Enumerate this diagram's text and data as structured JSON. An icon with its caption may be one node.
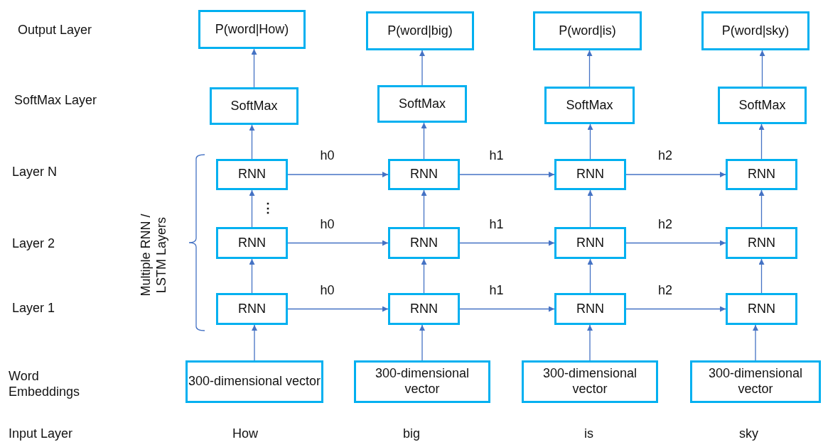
{
  "diagram": {
    "nodes": [
      {
        "text": [
          "P(word|How)"
        ]
      },
      {
        "text": [
          "P(word|big)"
        ]
      },
      {
        "text": [
          "P(word|is)"
        ]
      },
      {
        "text": [
          "P(word|sky)"
        ]
      },
      {
        "text": [
          "SoftMax"
        ]
      },
      {
        "text": [
          "SoftMax"
        ]
      },
      {
        "text": [
          "SoftMax"
        ]
      },
      {
        "text": [
          "SoftMax"
        ]
      },
      {
        "text": [
          "RNN"
        ]
      },
      {
        "text": [
          "RNN"
        ]
      },
      {
        "text": [
          "RNN"
        ]
      },
      {
        "text": [
          "RNN"
        ]
      },
      {
        "text": [
          "RNN"
        ]
      },
      {
        "text": [
          "RNN"
        ]
      },
      {
        "text": [
          "RNN"
        ]
      },
      {
        "text": [
          "RNN"
        ]
      },
      {
        "text": [
          "RNN"
        ]
      },
      {
        "text": [
          "RNN"
        ]
      },
      {
        "text": [
          "RNN"
        ]
      },
      {
        "text": [
          "RNN"
        ]
      },
      {
        "text": [
          "300-dimensional vector"
        ]
      },
      {
        "text": [
          "300-dimensional vector"
        ]
      },
      {
        "text": [
          "300-dimensional vector"
        ]
      },
      {
        "text": [
          "300-dimensional vector"
        ]
      }
    ],
    "edges": [
      {
        "from": 20,
        "to": 16,
        "arrow": "to"
      },
      {
        "from": 21,
        "to": 17,
        "arrow": "to"
      },
      {
        "from": 22,
        "to": 18,
        "arrow": "to"
      },
      {
        "from": 23,
        "to": 19,
        "arrow": "to"
      },
      {
        "from": 16,
        "to": 12,
        "arrow": "to"
      },
      {
        "from": 17,
        "to": 13,
        "arrow": "to"
      },
      {
        "from": 18,
        "to": 14,
        "arrow": "to"
      },
      {
        "from": 19,
        "to": 15,
        "arrow": "to"
      },
      {
        "from": 12,
        "to": 8,
        "arrow": "to"
      },
      {
        "from": 13,
        "to": 9,
        "arrow": "to"
      },
      {
        "from": 14,
        "to": 10,
        "arrow": "to"
      },
      {
        "from": 15,
        "to": 11,
        "arrow": "to"
      },
      {
        "from": 8,
        "to": 4,
        "arrow": "to"
      },
      {
        "from": 9,
        "to": 5,
        "arrow": "to"
      },
      {
        "from": 10,
        "to": 6,
        "arrow": "to"
      },
      {
        "from": 11,
        "to": 7,
        "arrow": "to"
      },
      {
        "from": 4,
        "to": 0,
        "arrow": "to"
      },
      {
        "from": 5,
        "to": 1,
        "arrow": "to"
      },
      {
        "from": 6,
        "to": 2,
        "arrow": "to"
      },
      {
        "from": 7,
        "to": 3,
        "arrow": "to"
      },
      {
        "from": 8,
        "to": 9,
        "arrow": "to",
        "label": "h0"
      },
      {
        "from": 9,
        "to": 10,
        "arrow": "to",
        "label": "h1"
      },
      {
        "from": 10,
        "to": 11,
        "arrow": "to",
        "label": "h2"
      },
      {
        "from": 12,
        "to": 13,
        "arrow": "to",
        "label": "h0"
      },
      {
        "from": 13,
        "to": 14,
        "arrow": "to",
        "label": "h1"
      },
      {
        "from": 14,
        "to": 15,
        "arrow": "to",
        "label": "h2"
      },
      {
        "from": 16,
        "to": 17,
        "arrow": "to",
        "label": "h0"
      },
      {
        "from": 17,
        "to": 18,
        "arrow": "to",
        "label": "h1"
      },
      {
        "from": 18,
        "to": 19,
        "arrow": "to",
        "label": "h2"
      }
    ],
    "labels": [
      "Output Layer",
      "SoftMax Layer",
      "Layer N",
      "⋮",
      "Multiple RNN / LSTM Layers",
      "Layer 2",
      "Layer 1",
      "Word Embeddings",
      "Input Layer",
      "How",
      "big",
      "is",
      "sky"
    ]
  }
}
